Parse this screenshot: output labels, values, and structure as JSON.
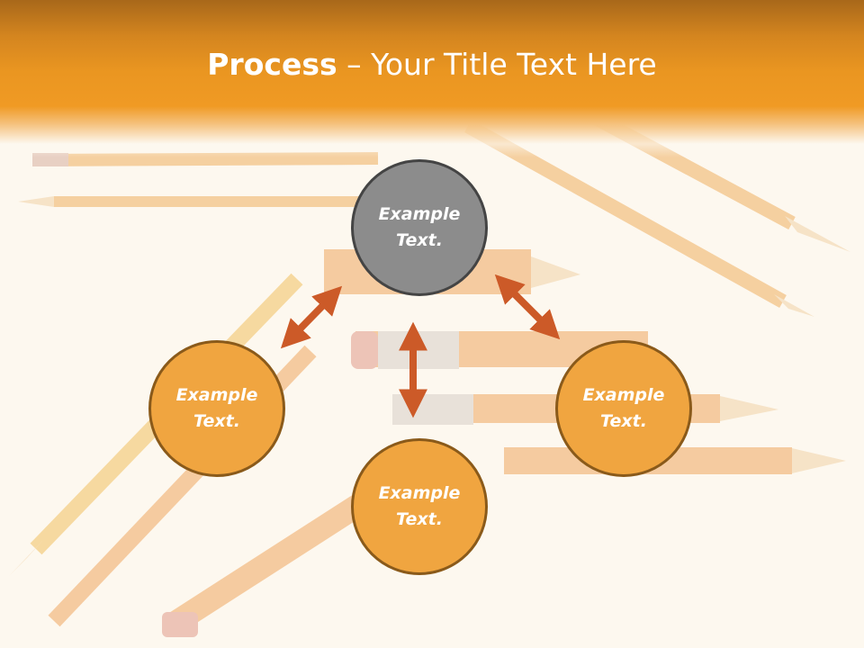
{
  "slide": {
    "title_bold": "Process",
    "title_rest": " – Your Title Text Here"
  },
  "nodes": {
    "top": "Example Text.",
    "left": "Example Text.",
    "right": "Example Text.",
    "bottom": "Example Text."
  },
  "colors": {
    "title_band": "#f09a24",
    "node_gray": "#8c8c8c",
    "node_orange": "#f0a540",
    "arrow": "#cc5a28",
    "background": "#fdf8ef"
  }
}
